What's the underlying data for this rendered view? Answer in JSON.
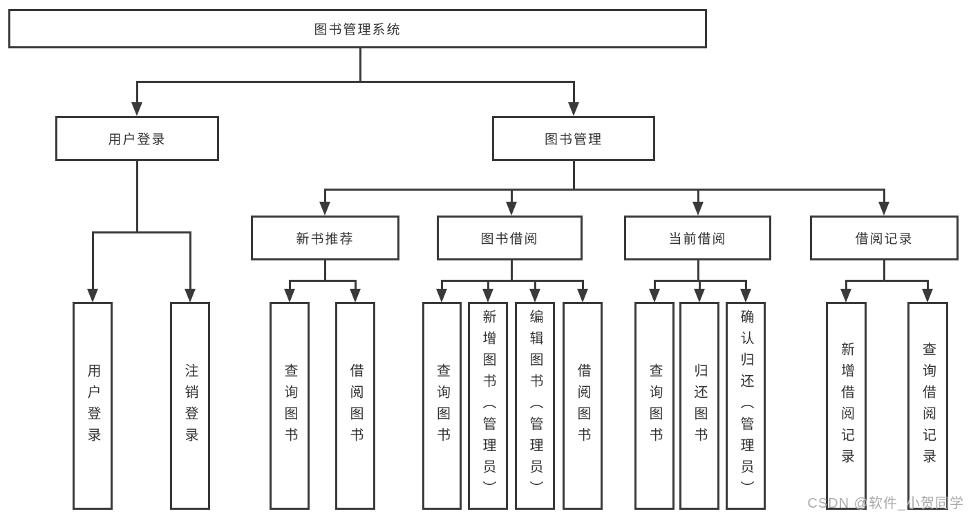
{
  "tree": {
    "root": "图书管理系统",
    "level1": [
      {
        "label": "用户登录",
        "leaves": [
          "用户登录",
          "注销登录"
        ]
      },
      {
        "label": "图书管理",
        "groups": [
          {
            "label": "新书推荐",
            "leaves": [
              "查询图书",
              "借阅图书"
            ]
          },
          {
            "label": "图书借阅",
            "leaves": [
              "查询图书",
              "新增图书（管理员）",
              "编辑图书（管理员）",
              "借阅图书"
            ]
          },
          {
            "label": "当前借阅",
            "leaves": [
              "查询图书",
              "归还图书",
              "确认归还（管理员）"
            ]
          },
          {
            "label": "借阅记录",
            "leaves": [
              "新增借阅记录",
              "查询借阅记录"
            ]
          }
        ]
      }
    ]
  },
  "watermark": "CSDN @软件_小贺同学"
}
